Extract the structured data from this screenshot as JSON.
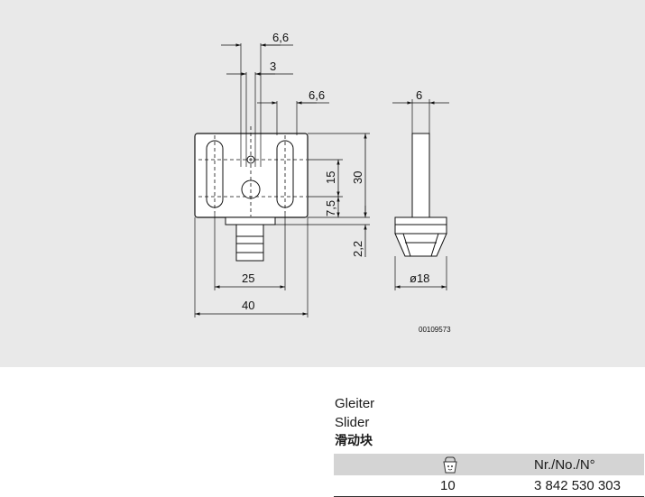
{
  "drawing": {
    "dimensions": {
      "top_66": "6,6",
      "top_3": "3",
      "mid_66": "6,6",
      "side_6": "6",
      "height_15": "15",
      "height_30": "30",
      "height_75": "7,5",
      "height_22": "2,2",
      "width_25": "25",
      "width_40": "40",
      "diameter_18": "ø18"
    },
    "drawing_number": "00109573"
  },
  "product": {
    "name_de": "Gleiter",
    "name_en": "Slider",
    "name_cn": "滑动块"
  },
  "order_table": {
    "pack_icon": "package-quantity-icon",
    "header_nr": "Nr./No./N°",
    "rows": [
      {
        "qty": "10",
        "nr": "3 842 530 303"
      }
    ]
  }
}
